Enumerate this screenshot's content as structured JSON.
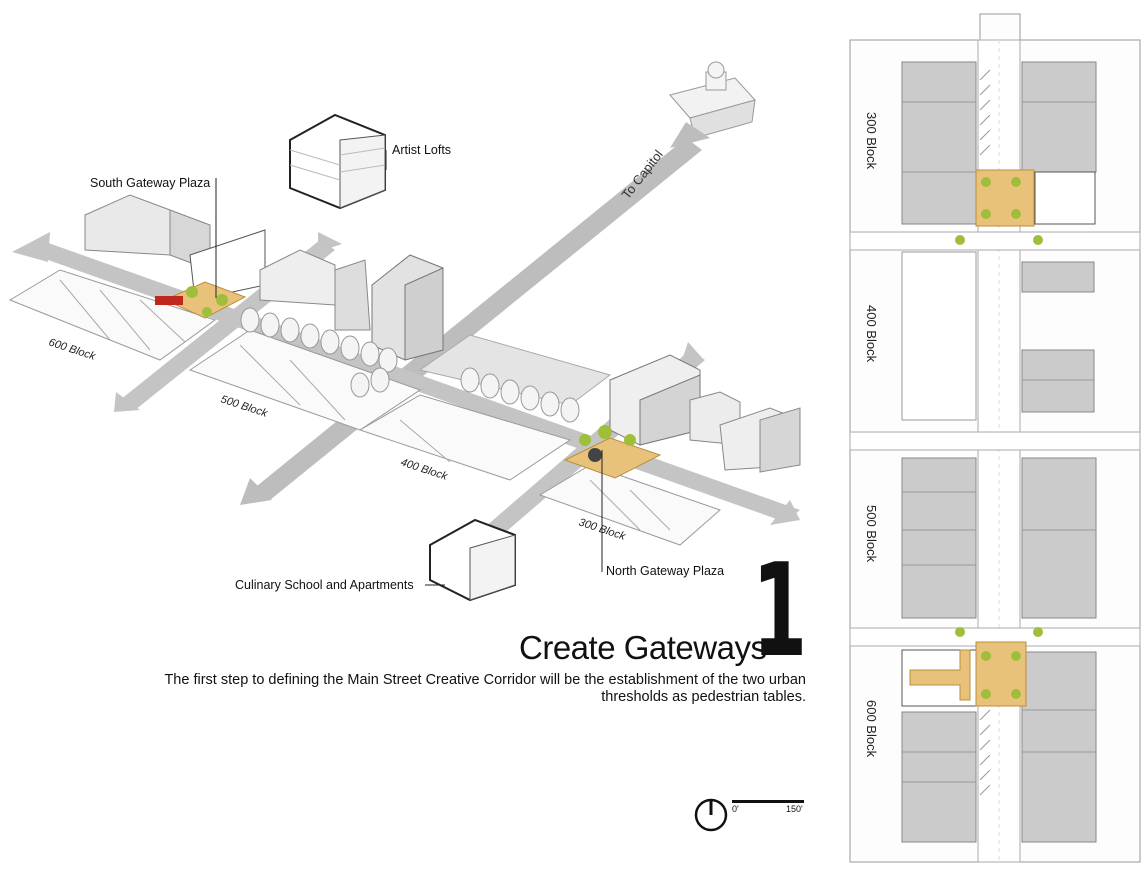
{
  "labels": {
    "artist_lofts": "Artist Lofts",
    "south_gateway_plaza": "South Gateway Plaza",
    "north_gateway_plaza": "North Gateway Plaza",
    "culinary_school": "Culinary School and Apartments",
    "to_capitol": "To Capitol",
    "block_600": "600 Block",
    "block_500": "500 Block",
    "block_400": "400 Block",
    "block_300": "300 Block"
  },
  "plan_labels": {
    "block_300": "300 Block",
    "block_400": "400 Block",
    "block_500": "500 Block",
    "block_600": "600 Block"
  },
  "title": {
    "number": "1",
    "heading": "Create Gateways",
    "description": "The first step to defining the Main Street Creative Corridor will be the establishment of the two urban thresholds as pedestrian tables."
  },
  "scale": {
    "start": "0'",
    "end": "150'"
  },
  "colors": {
    "plaza": "#e8c27a",
    "green": "#9fbf3b",
    "building": "#cfcfcf",
    "road": "#bdbdbd",
    "accent_red": "#c0281e"
  }
}
